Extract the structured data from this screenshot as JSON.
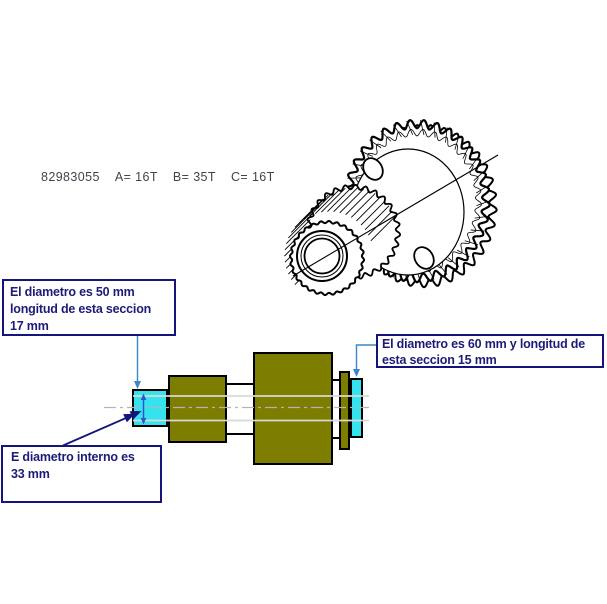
{
  "header": {
    "part_number": "82983055",
    "specs": [
      "A= 16T",
      "B= 35T",
      "C= 16T"
    ]
  },
  "callouts": {
    "section50": {
      "lines": [
        "El diametro es 50 mm",
        "longitud de esta seccion",
        "17 mm"
      ]
    },
    "section60": {
      "lines": [
        "El diametro es 60 mm y longitud de",
        "esta seccion 15 mm"
      ]
    },
    "bore": {
      "lines": [
        "E diametro interno es",
        "33 mm"
      ]
    }
  },
  "colors": {
    "shaft_body_olive": "#7d7d00",
    "shaft_section_cyan": "#35e3ef",
    "callout_border": "#14147c",
    "callout_text": "#1c1c78",
    "leader_arrow_blue": "#3c85c8",
    "dimension_arrow_blue": "#2f55c8",
    "bore_callout_arrow_navy": "#14147c",
    "part_text": "#43434d",
    "centerline_gray": "#b5b5b5",
    "bore_line_gray": "#d9d9d9"
  }
}
